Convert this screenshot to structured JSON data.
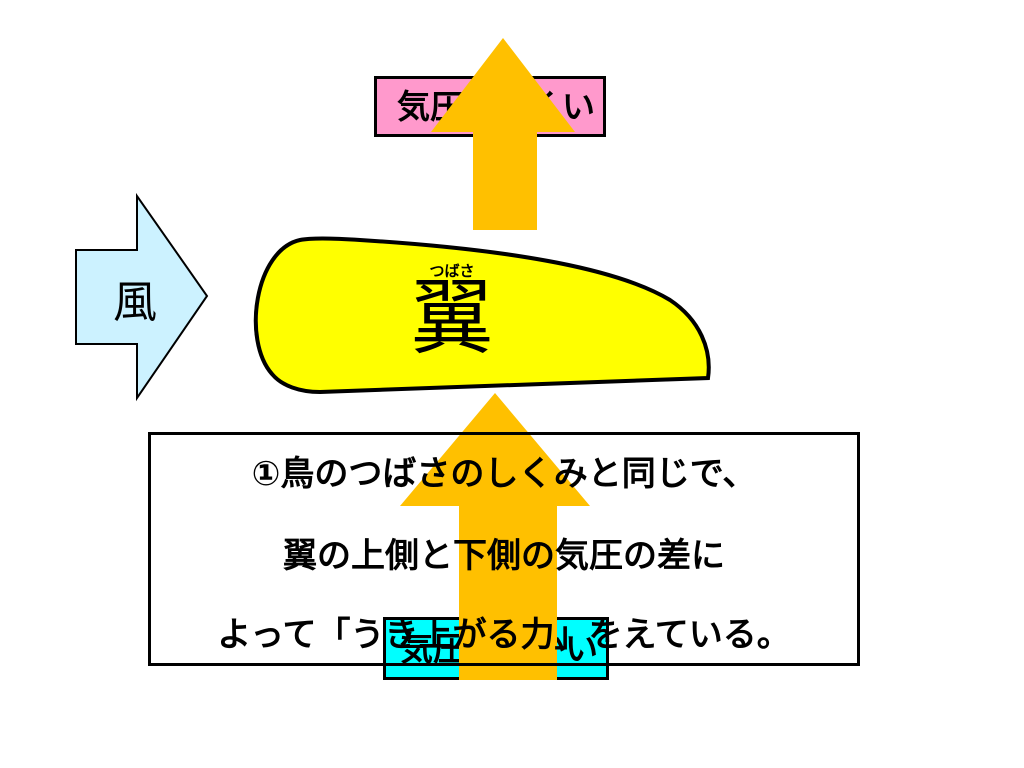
{
  "labels": {
    "top": "気圧がひくい",
    "bottom": "気圧がたかい"
  },
  "wind": "風",
  "wing": {
    "kanji": "翼",
    "ruby": "つばさ"
  },
  "caption": {
    "line1": "①鳥のつばさのしくみと同じで、",
    "line2": "翼の上側と下側の気圧の差に",
    "line3": "よって「うき上がる力」をえている。"
  },
  "colors": {
    "pink_label": "#ff99cc",
    "cyan_label": "#00ffff",
    "wind_arrow": "#ccf2ff",
    "wing_fill": "#ffff00",
    "lift_arrow": "#ffc000"
  }
}
